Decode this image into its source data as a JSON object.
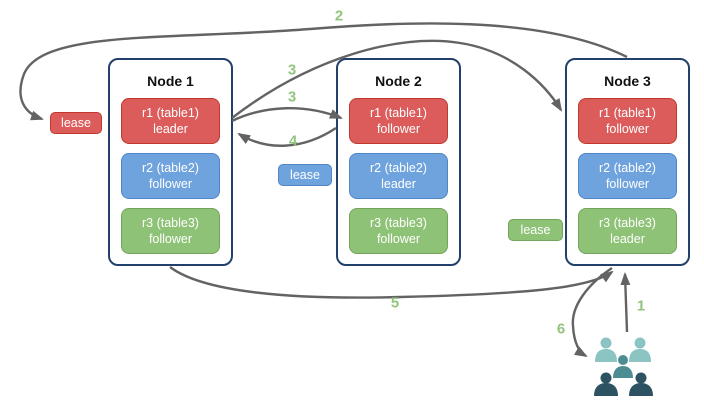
{
  "nodes": [
    {
      "title": "Node 1",
      "replicas": [
        {
          "name": "r1 (table1)",
          "role": "leader"
        },
        {
          "name": "r2 (table2)",
          "role": "follower"
        },
        {
          "name": "r3 (table3)",
          "role": "follower"
        }
      ]
    },
    {
      "title": "Node 2",
      "replicas": [
        {
          "name": "r1 (table1)",
          "role": "follower"
        },
        {
          "name": "r2 (table2)",
          "role": "leader"
        },
        {
          "name": "r3 (table3)",
          "role": "follower"
        }
      ]
    },
    {
      "title": "Node 3",
      "replicas": [
        {
          "name": "r1 (table1)",
          "role": "follower"
        },
        {
          "name": "r2 (table2)",
          "role": "follower"
        },
        {
          "name": "r3 (table3)",
          "role": "leader"
        }
      ]
    }
  ],
  "leases": [
    {
      "label": "lease",
      "color": "#dc5c5c",
      "for": "r1 leader on Node 1"
    },
    {
      "label": "lease",
      "color": "#6fa3de",
      "for": "r2 leader on Node 2"
    },
    {
      "label": "lease",
      "color": "#8ec377",
      "for": "r3 leader on Node 3"
    }
  ],
  "steps": {
    "1": "1",
    "2": "2",
    "3a": "3",
    "3b": "3",
    "4": "4",
    "5": "5",
    "6": "6"
  },
  "colors": {
    "leader_red": "#dc5c5c",
    "red_border": "#c0392b",
    "follower_blue": "#6fa3de",
    "blue_border": "#4f86c6",
    "green": "#8ec377",
    "green_border": "#74a35a",
    "node_border": "#22406b",
    "arrow_gray": "#636363",
    "step_label_green": "#93c47d",
    "users_light": "#8cc3c3",
    "users_mid": "#4e8c93",
    "users_dark": "#2d5362"
  }
}
